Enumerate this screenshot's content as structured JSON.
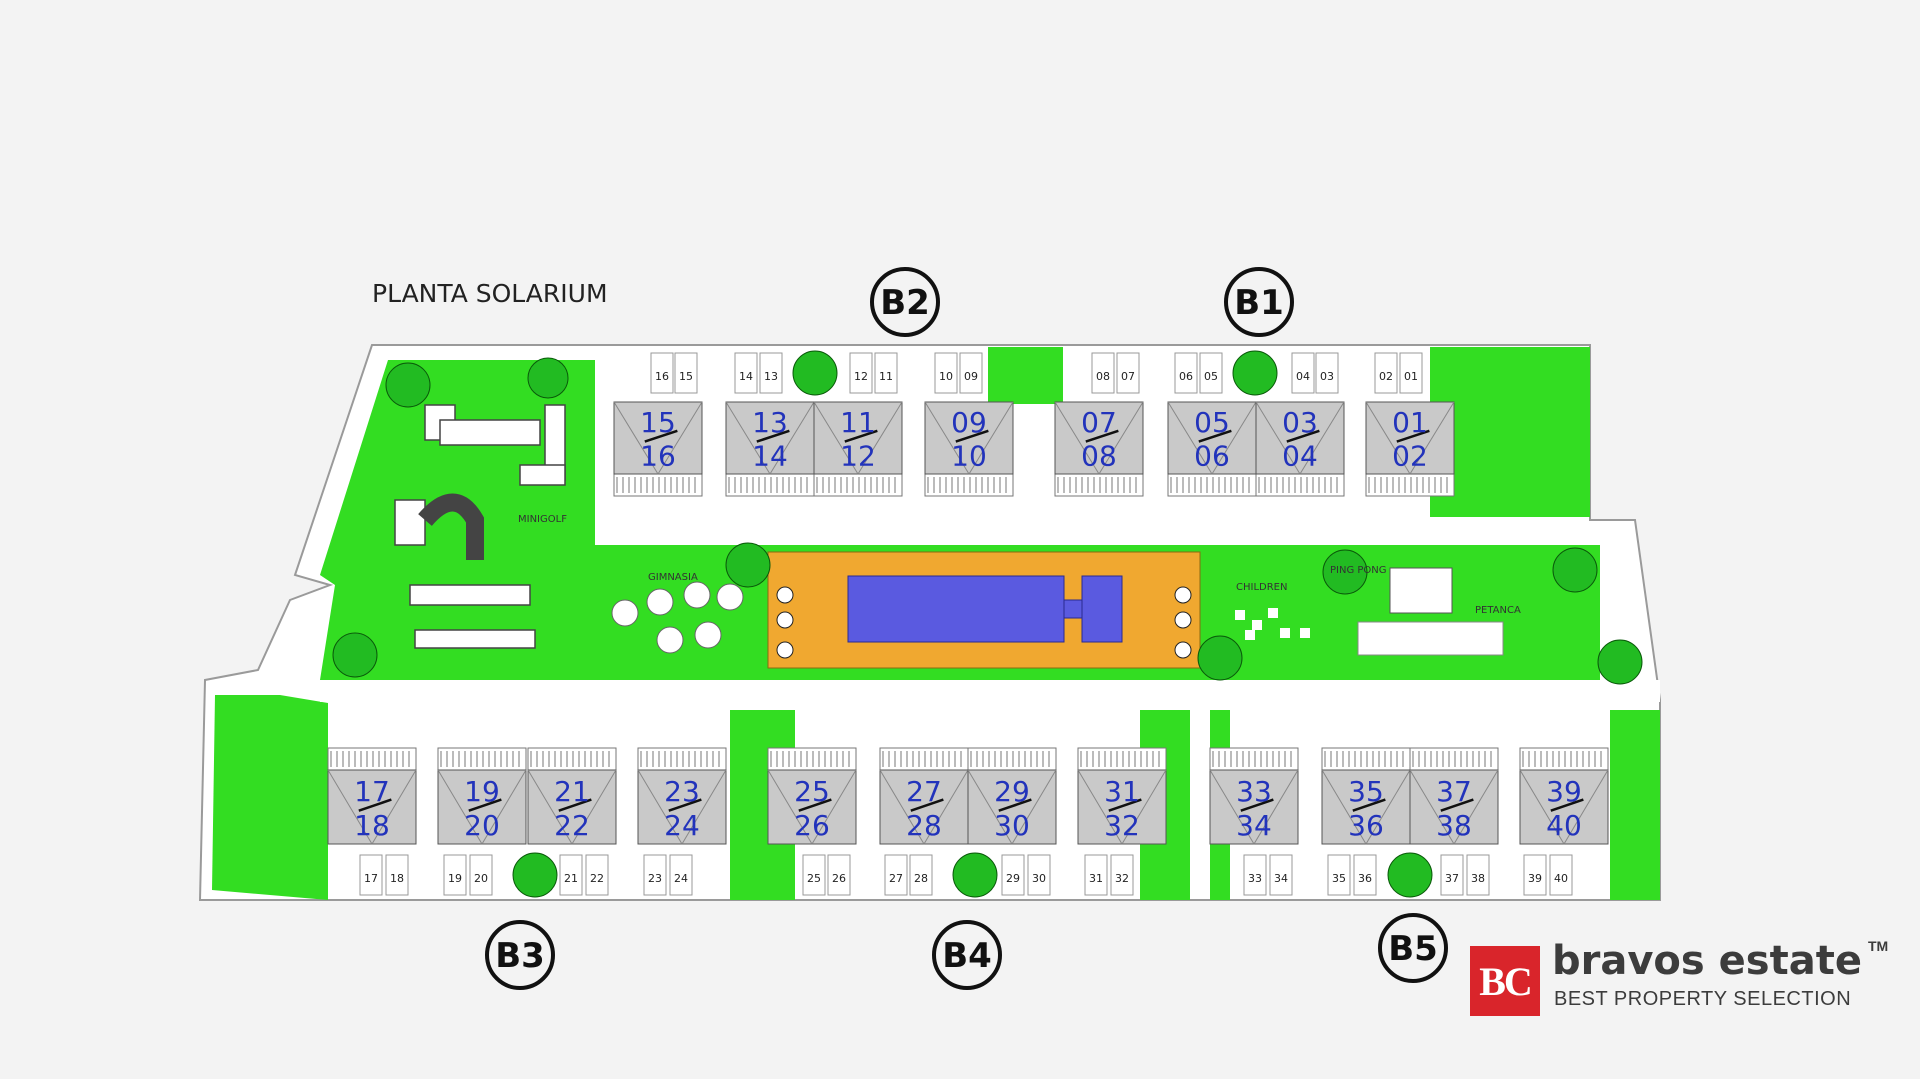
{
  "title": "PLANTA SOLARIUM",
  "blocks": [
    "B2",
    "B1",
    "B3",
    "B4",
    "B5"
  ],
  "amenities": {
    "minigolf": "MINIGOLF",
    "gym": "GIMNASIA",
    "children": "CHILDREN",
    "pingpong": "PING PONG",
    "petanca": "PETANCA"
  },
  "top_units": [
    {
      "top": "15",
      "bottom": "16"
    },
    {
      "top": "13",
      "bottom": "14"
    },
    {
      "top": "11",
      "bottom": "12"
    },
    {
      "top": "09",
      "bottom": "10"
    },
    {
      "top": "07",
      "bottom": "08"
    },
    {
      "top": "05",
      "bottom": "06"
    },
    {
      "top": "03",
      "bottom": "04"
    },
    {
      "top": "01",
      "bottom": "02"
    }
  ],
  "bottom_units": [
    {
      "top": "17",
      "bottom": "18"
    },
    {
      "top": "19",
      "bottom": "20"
    },
    {
      "top": "21",
      "bottom": "22"
    },
    {
      "top": "23",
      "bottom": "24"
    },
    {
      "top": "25",
      "bottom": "26"
    },
    {
      "top": "27",
      "bottom": "28"
    },
    {
      "top": "29",
      "bottom": "30"
    },
    {
      "top": "31",
      "bottom": "32"
    },
    {
      "top": "33",
      "bottom": "34"
    },
    {
      "top": "35",
      "bottom": "36"
    },
    {
      "top": "37",
      "bottom": "38"
    },
    {
      "top": "39",
      "bottom": "40"
    }
  ],
  "top_parking": [
    "16",
    "15",
    "14",
    "13",
    "12",
    "11",
    "10",
    "09",
    "08",
    "07",
    "06",
    "05",
    "04",
    "03",
    "02",
    "01"
  ],
  "bottom_parking": [
    "17",
    "18",
    "19",
    "20",
    "21",
    "22",
    "23",
    "24",
    "25",
    "26",
    "27",
    "28",
    "29",
    "30",
    "31",
    "32",
    "33",
    "34",
    "35",
    "36",
    "37",
    "38",
    "39",
    "40"
  ],
  "brand": {
    "logo": "BC",
    "name": "bravos estate",
    "tm": "TM",
    "tagline": "BEST PROPERTY SELECTION",
    "color": "#d9252b"
  },
  "colors": {
    "grass": "#33dd22",
    "pool_deck": "#f0a830",
    "pool": "#5a5ae0",
    "unit_number": "#2233bb"
  }
}
